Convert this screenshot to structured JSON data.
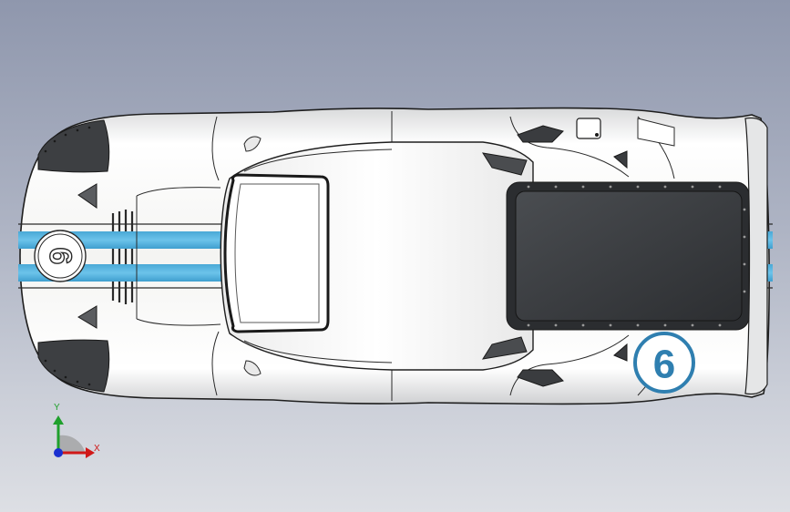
{
  "model": {
    "race_number": "6",
    "colors": {
      "body": "#f7f7f5",
      "stripe": "#57b6e1",
      "window": "#3a3c3f",
      "number": "#2f7fb0"
    }
  },
  "triad": {
    "x_label": "X",
    "y_label": "Y",
    "colors": {
      "x": "#d01818",
      "y": "#1fa02c",
      "z": "#1a2fd0"
    }
  }
}
